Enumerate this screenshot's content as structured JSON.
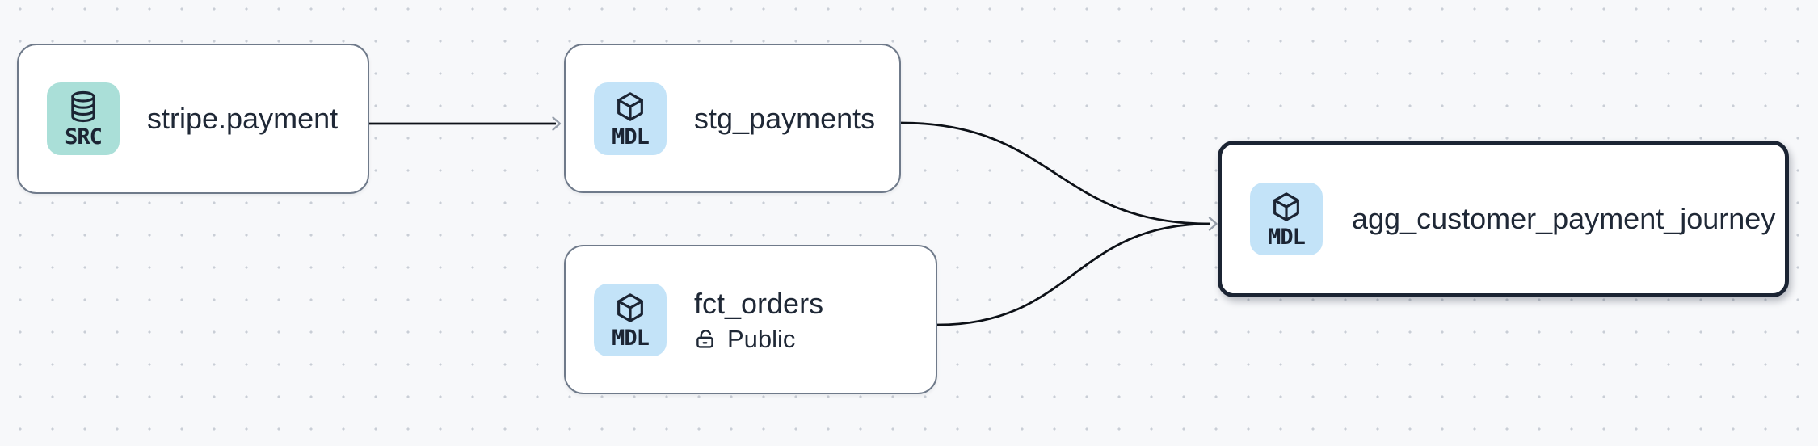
{
  "app": {
    "view": "data-lineage-graph"
  },
  "colors": {
    "background": "#f7f8fa",
    "grid_dot": "#c9ced6",
    "node_border": "#6f7a8a",
    "selected_node_border": "#1b2433",
    "source_badge_bg": "#aadfd8",
    "model_badge_bg": "#c3e3f8",
    "edge": "#0d1117",
    "arrowhead": "#98a0ac",
    "text": "#1f2836"
  },
  "nodes": {
    "stripe_payment": {
      "label": "stripe.payment",
      "badge": "SRC",
      "kind": "source"
    },
    "stg_payments": {
      "label": "stg_payments",
      "badge": "MDL",
      "kind": "model"
    },
    "fct_orders": {
      "label": "fct_orders",
      "badge": "MDL",
      "kind": "model",
      "access": "Public"
    },
    "agg_customer_payment_journey": {
      "label": "agg_customer_payment_journey",
      "badge": "MDL",
      "kind": "model",
      "state": "selected"
    }
  },
  "edges": [
    {
      "from": "stripe.payment",
      "to": "stg_payments"
    },
    {
      "from": "stg_payments",
      "to": "agg_customer_payment_journey"
    },
    {
      "from": "fct_orders",
      "to": "agg_customer_payment_journey"
    }
  ]
}
